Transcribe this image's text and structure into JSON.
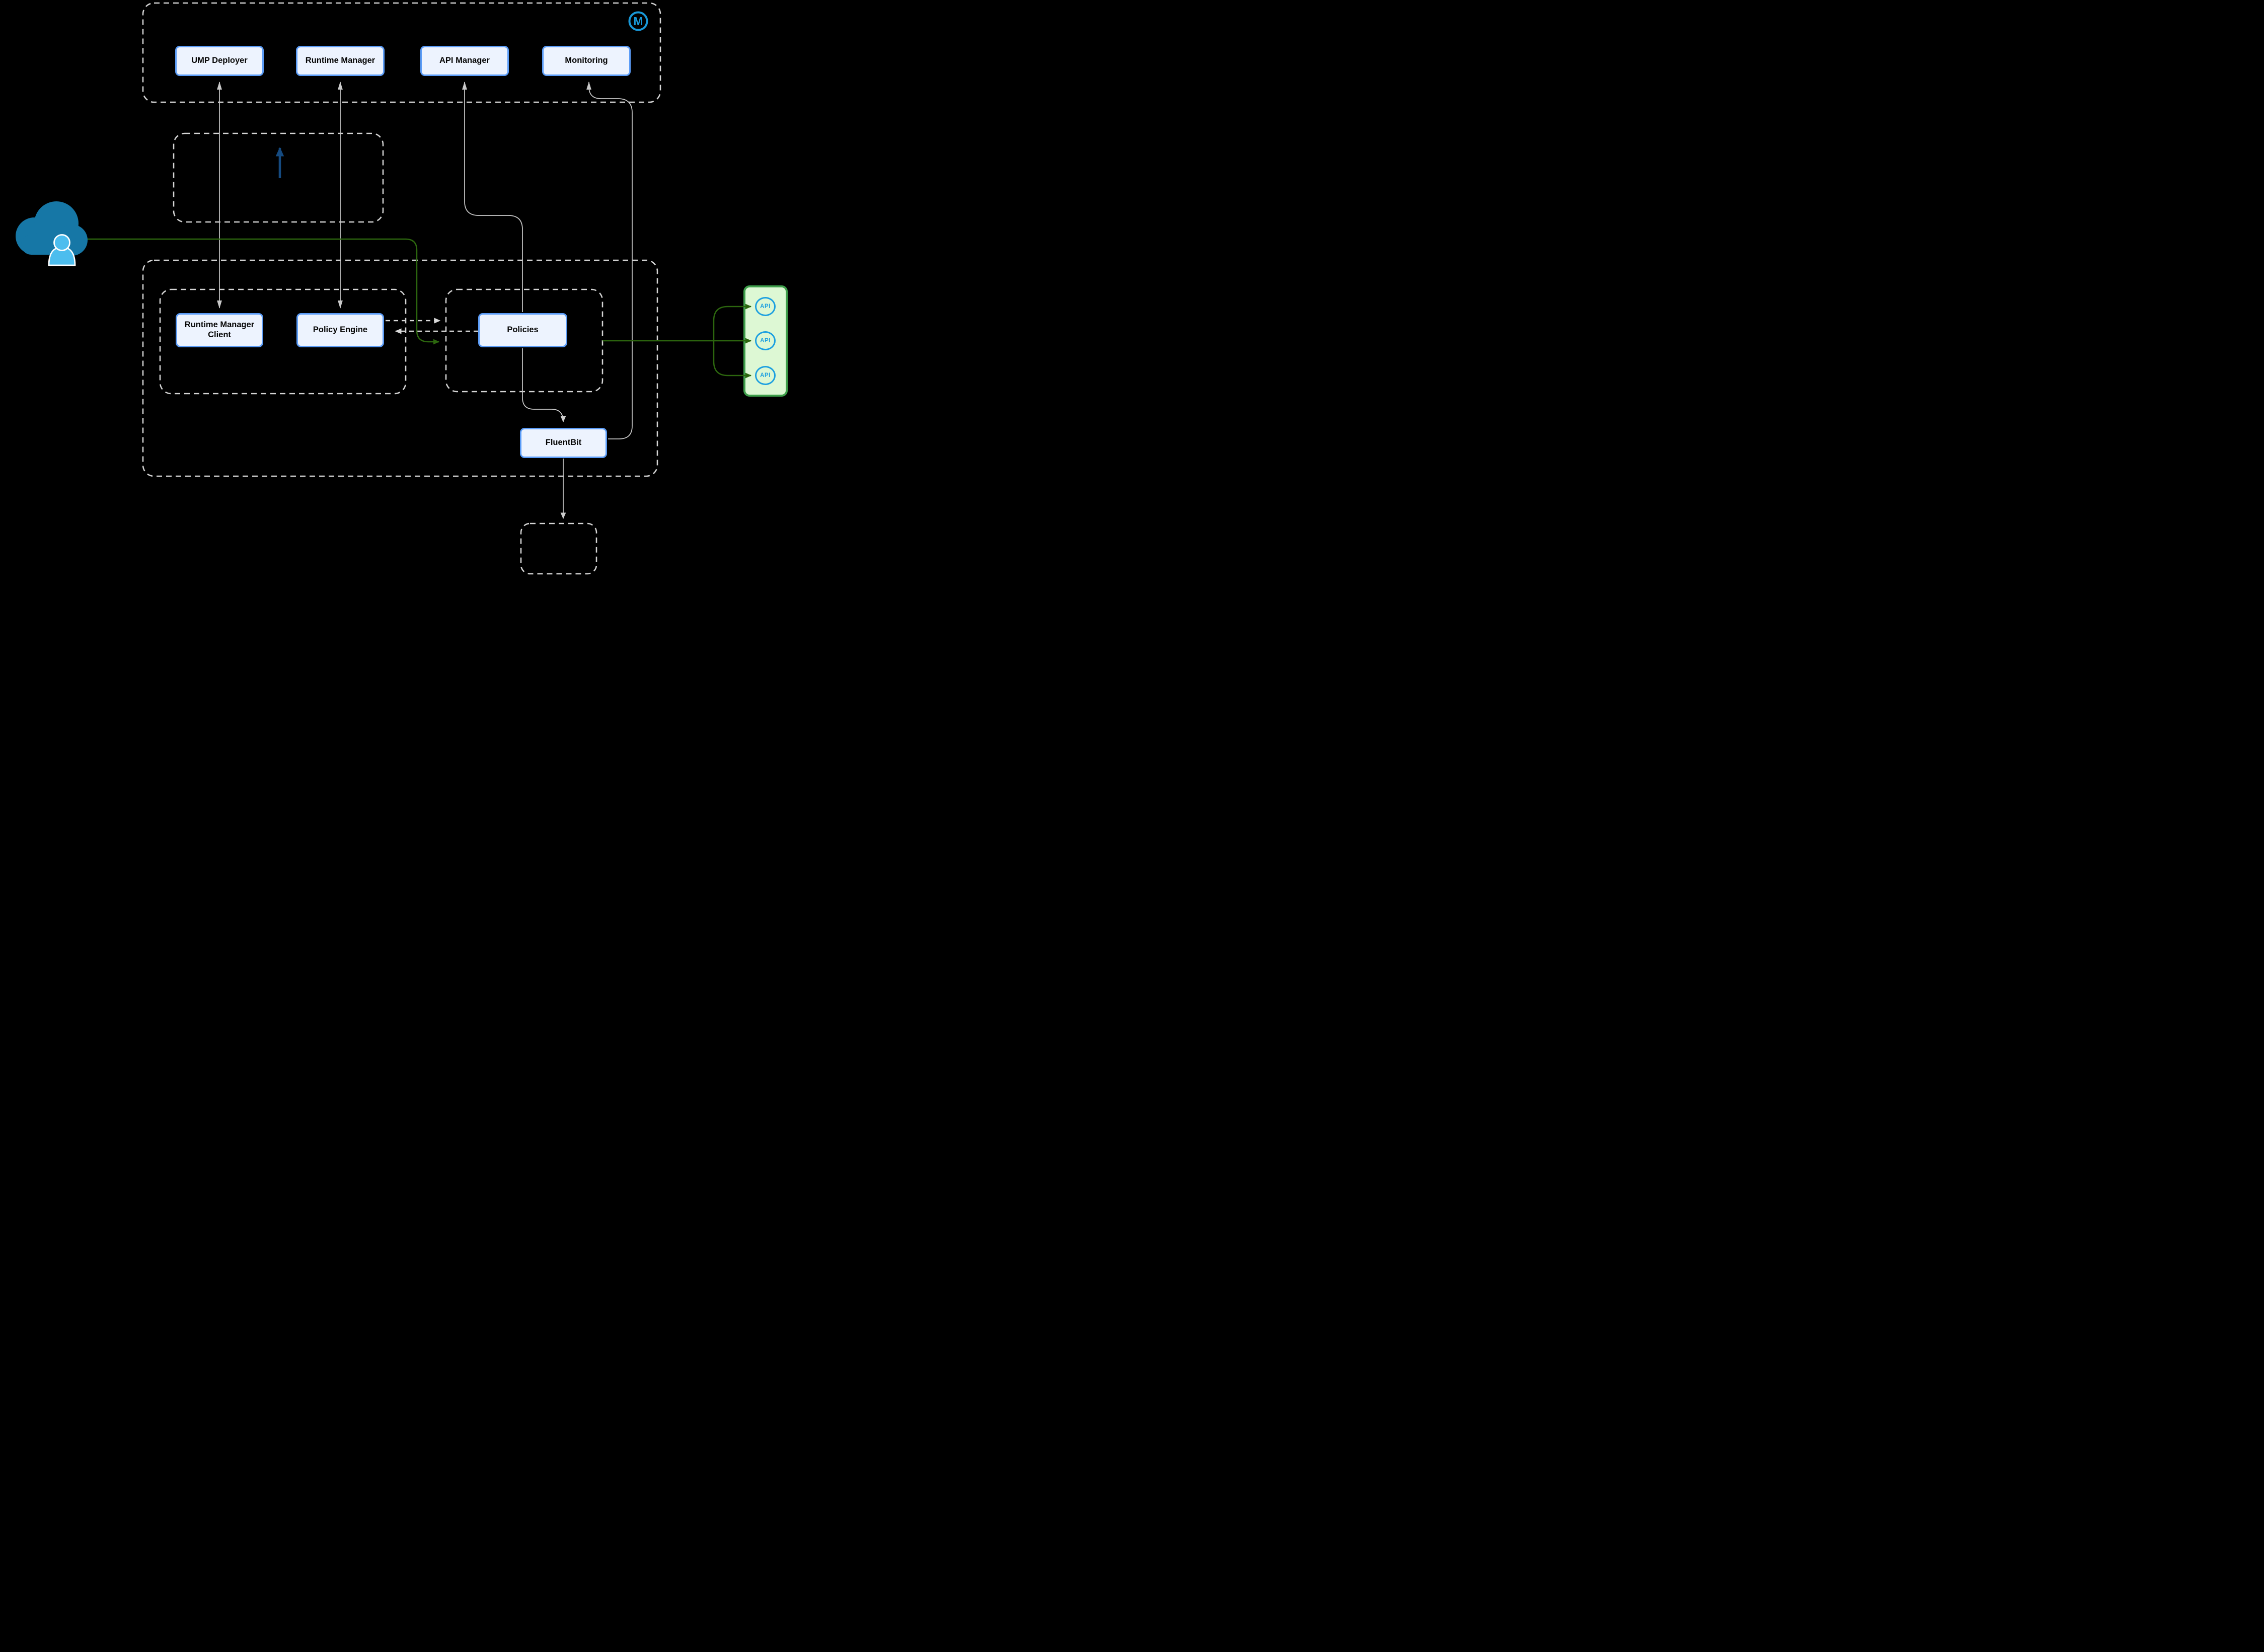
{
  "logo": {
    "letter": "M"
  },
  "control_plane": {
    "boxes": [
      {
        "label": "UMP Deployer"
      },
      {
        "label": "Runtime Manager"
      },
      {
        "label": "API Manager"
      },
      {
        "label": "Monitoring"
      }
    ]
  },
  "runtime_plane": {
    "client_box": {
      "label": "Runtime Manager Client"
    },
    "policy_engine_box": {
      "label": "Policy Engine"
    },
    "policies_box": {
      "label": "Policies"
    },
    "fluentbit_box": {
      "label": "FluentBit"
    }
  },
  "api_panel": {
    "apis": [
      {
        "label": "API"
      },
      {
        "label": "API"
      },
      {
        "label": "API"
      }
    ]
  },
  "colors": {
    "node_border": "#5b9cf7",
    "node_fill": "#edf3fe",
    "container_dash": "#d4d4d4",
    "connector_gray": "#c9c9c9",
    "connector_dashed_gray": "#d8d8d8",
    "green_line": "#2c660e",
    "green_panel_border": "#3d9e4a",
    "green_panel_fill": "#ddf8d4",
    "api_blue": "#1b9fe0",
    "navy_arrow": "#154a80",
    "cloud_blue": "#1677a6",
    "person_blue": "#4cbdee",
    "logo_blue": "#1898d8"
  }
}
